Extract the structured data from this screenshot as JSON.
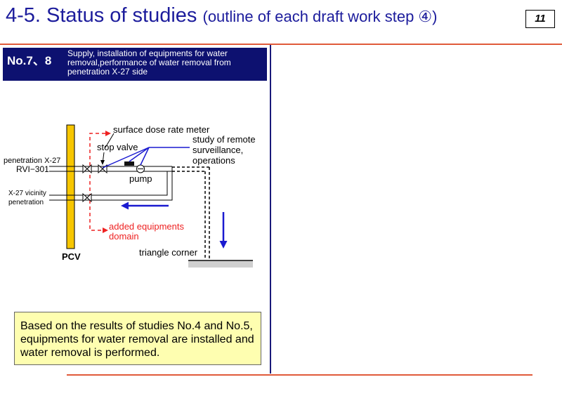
{
  "header": {
    "title": "4-5. Status of studies",
    "subtitle": "(outline of each draft work step ④)",
    "page_number": "11"
  },
  "step": {
    "number": "No.7、8",
    "description": "Supply, installation of equipments for water removal,performance of water removal from penetration X-27 side"
  },
  "diagram": {
    "labels": {
      "surface_dose_rate_meter": "surface dose rate meter",
      "stop_valve": "stop valve",
      "remote_line1": "study of remote",
      "remote_line2": "surveillance,",
      "remote_line3": "operations",
      "penetration_x27": "penetration X-27",
      "rvi_301": "RVI−301",
      "pump": "pump",
      "x27_vicinity": "X-27 vicinity",
      "penetration": "penetration",
      "added_equipments": "added equipments",
      "domain": "domain",
      "triangle_corner": "triangle corner",
      "pcv": "PCV"
    },
    "colors": {
      "pcv_wall": "#f7c600",
      "added_domain": "#ee2222",
      "flow_arrow": "#1a1ad0",
      "callout": "#1a1ad0"
    }
  },
  "summary": {
    "text": "Based on the results of studies No.4 and No.5, equipments for water removal are installed and water removal is performed."
  }
}
